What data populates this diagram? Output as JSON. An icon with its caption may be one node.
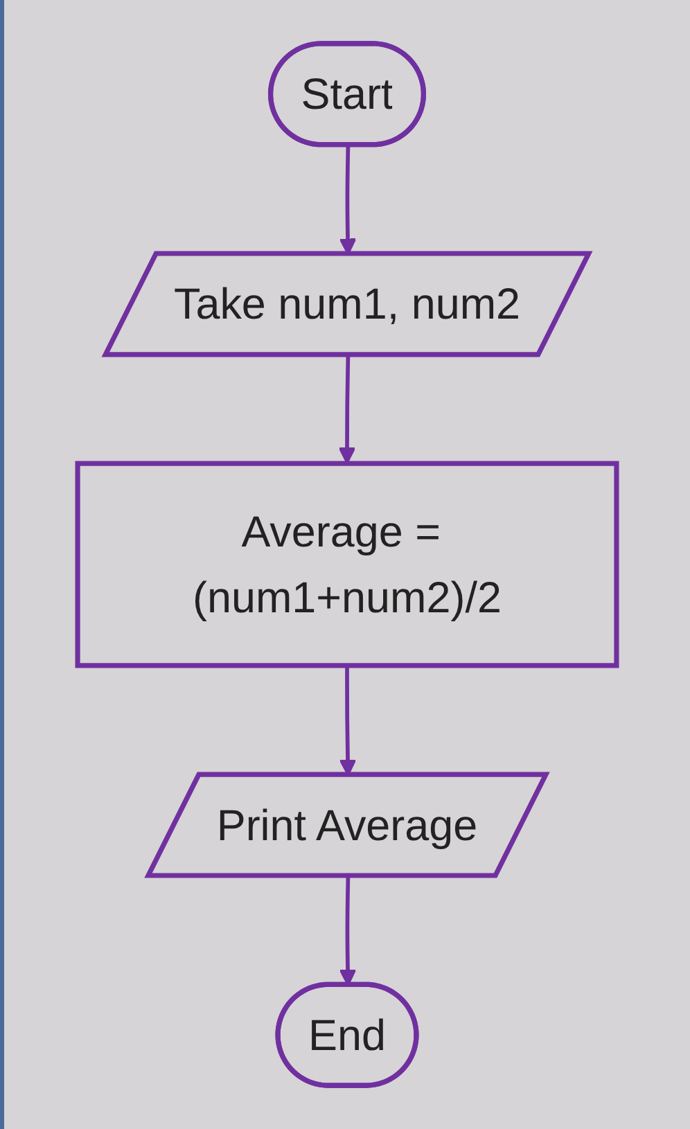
{
  "diagram": {
    "nodes": [
      {
        "text": [
          "Start"
        ]
      },
      {
        "text": [
          "Take num1, num2"
        ]
      },
      {
        "text": [
          "Average = (num1+num2)/2"
        ]
      },
      {
        "text": [
          "Print Average"
        ]
      },
      {
        "text": [
          "End"
        ]
      }
    ],
    "edges": [
      {
        "from": 0,
        "to": 1,
        "arrow": "to"
      },
      {
        "from": 1,
        "to": 2,
        "arrow": "to"
      },
      {
        "from": 2,
        "to": 3,
        "arrow": "to"
      },
      {
        "from": 3,
        "to": 4,
        "arrow": "to"
      }
    ]
  }
}
